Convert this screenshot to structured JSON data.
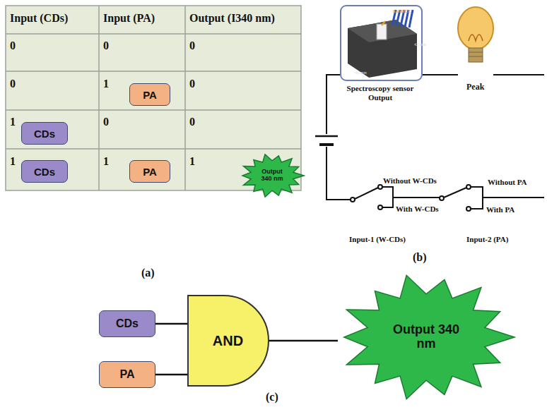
{
  "diagram": {
    "nodes": [
      {
        "text": [
          "PA"
        ]
      },
      {
        "text": [
          "CDs"
        ]
      },
      {
        "text": [
          "CDs"
        ]
      },
      {
        "text": [
          "PA"
        ]
      },
      {
        "text": [
          "Output 340 nm"
        ]
      },
      {
        "text": [
          "CDs"
        ]
      },
      {
        "text": [
          "PA"
        ]
      },
      {
        "text": [
          "AND"
        ]
      },
      {
        "text": [
          "Output 340 nm"
        ]
      }
    ],
    "edges": [
      {
        "from": 5,
        "to": 7,
        "arrow": "none"
      },
      {
        "from": 6,
        "to": 7,
        "arrow": "none"
      },
      {
        "from": 7,
        "to": 8,
        "arrow": "none"
      }
    ],
    "labels": [
      "Input (CDs)",
      "Input (PA)",
      "Output (I340 nm)",
      "0",
      "0",
      "0",
      "0",
      "1",
      "0",
      "1",
      "0",
      "0",
      "1",
      "1",
      "1",
      "(a)",
      "SAMPLE",
      "40 mm",
      "42 mm",
      "Spectroscopy sensor Output",
      "Peak",
      "Without W-CDs",
      "With W-CDs",
      "Without PA",
      "With PA",
      "Input-1 (W-CDs)",
      "Input-2 (PA)",
      "(b)",
      "(c)"
    ]
  }
}
